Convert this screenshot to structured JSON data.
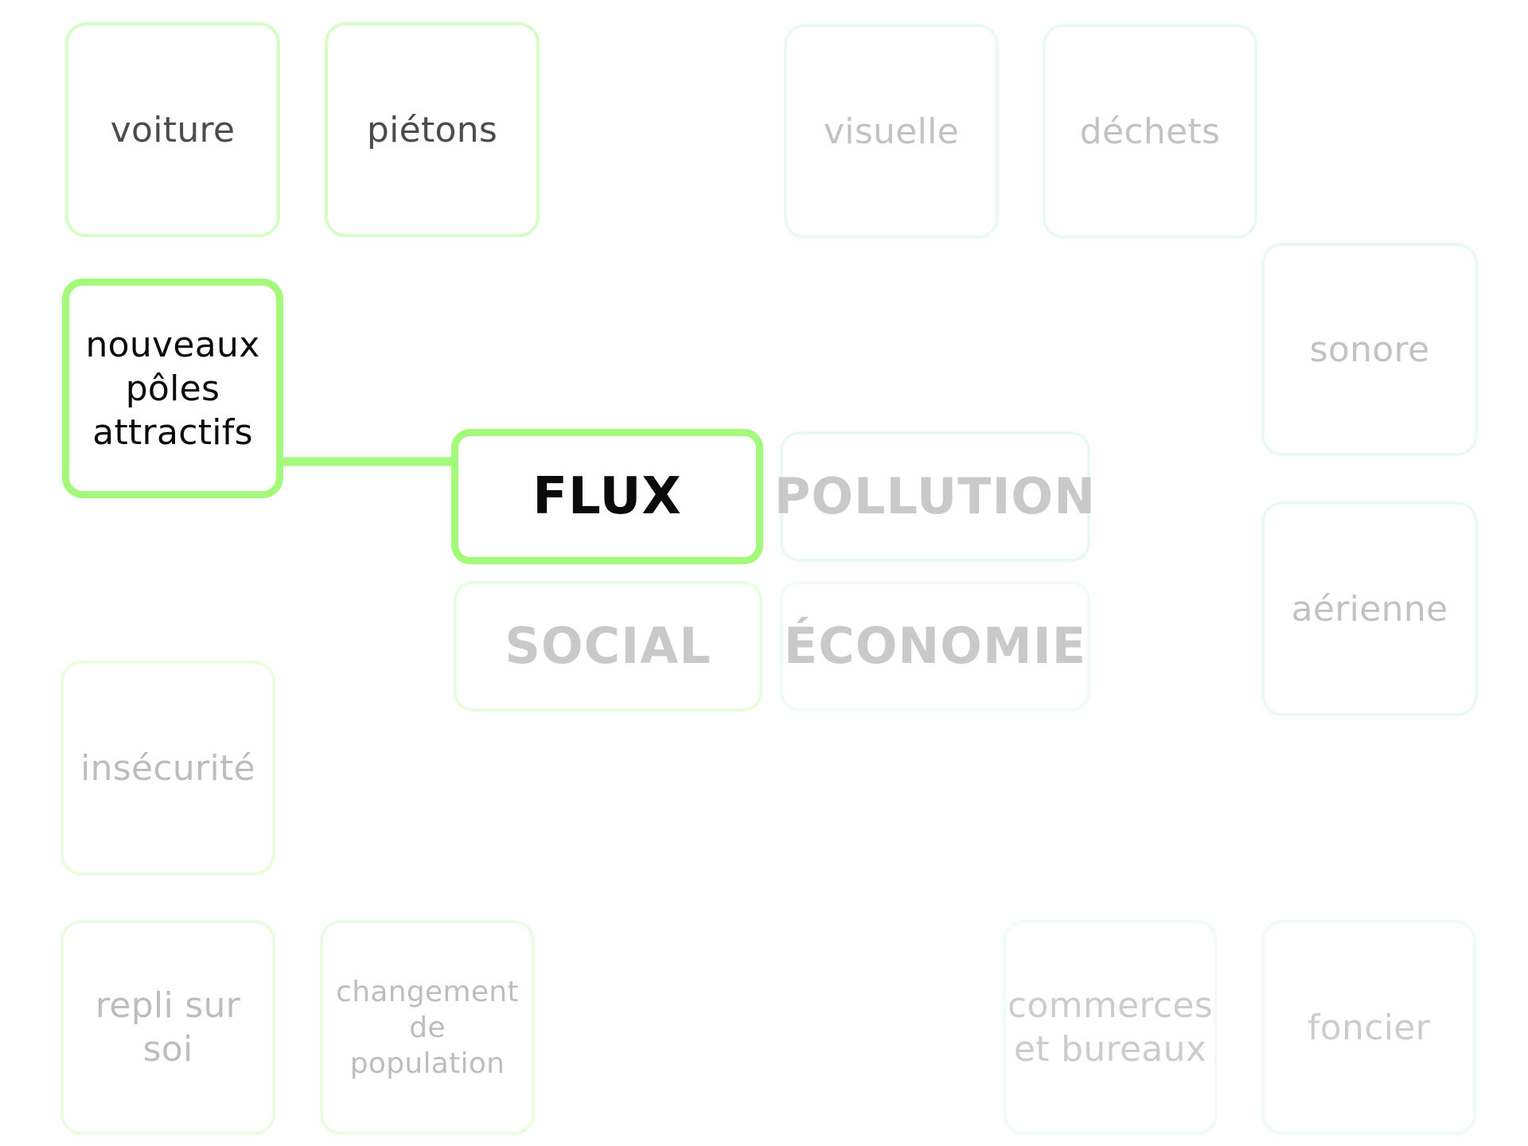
{
  "colors": {
    "primary_border": "#a4f97a",
    "secondary_border": "#d7fcc5",
    "faded_border": "#e9fde1",
    "faded_mint_border": "#e9fbf1",
    "primary_text": "#0b0b0b",
    "secondary_text": "#4c4c4c",
    "faded_text": "#bdbdbd"
  },
  "categories": {
    "flux": "FLUX",
    "pollution": "POLLUTION",
    "social": "SOCIAL",
    "economie": "ÉCONOMIE"
  },
  "flux_items": {
    "voiture": "voiture",
    "pietons": "piétons",
    "nouveaux_poles": "nouveaux pôles attractifs"
  },
  "pollution_items": {
    "visuelle": "visuelle",
    "dechets": "déchets",
    "sonore": "sonore",
    "aerienne": "aérienne"
  },
  "social_items": {
    "insecurite": "insécurité",
    "repli": "repli sur soi",
    "changement": "changement de population"
  },
  "economie_items": {
    "commerces": "commerces et bureaux",
    "foncier": "foncier"
  }
}
